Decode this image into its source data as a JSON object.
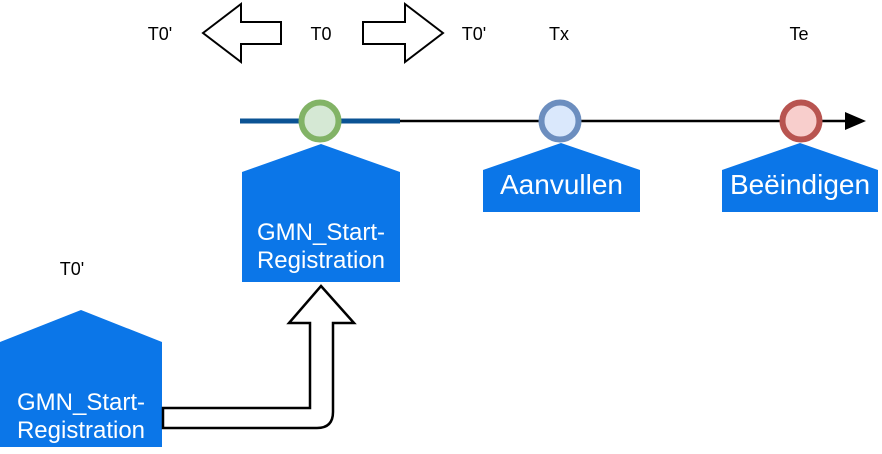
{
  "labels": {
    "t0_prime_left": "T0'",
    "t0": "T0",
    "t0_prime_right": "T0'",
    "tx": "Tx",
    "te": "Te",
    "t0_prime_source": "T0'"
  },
  "events": {
    "start": {
      "line1": "GMN_Start-",
      "line2": "Registration"
    },
    "aanvullen": {
      "label": "Aanvullen"
    },
    "beeindigen": {
      "label": "Beëindigen"
    },
    "source": {
      "line1": "GMN_Start-",
      "line2": "Registration"
    }
  },
  "icons": {
    "shift_left": "block-arrow-left",
    "shift_right": "block-arrow-right",
    "timeline_end": "arrowhead-right",
    "source_link": "bent-arrow-up"
  },
  "colors": {
    "shape_blue": "#0b76e8",
    "timeline_blue": "#0b5394",
    "timeline_black": "#000000",
    "green_fill": "#d5e8d4",
    "green_stroke": "#82b366",
    "blue_fill": "#dae8fc",
    "blue_stroke": "#6c8ebf",
    "red_fill": "#f8cecc",
    "red_stroke": "#b85450",
    "text_on_shape": "#ffffff",
    "text": "#000000"
  }
}
